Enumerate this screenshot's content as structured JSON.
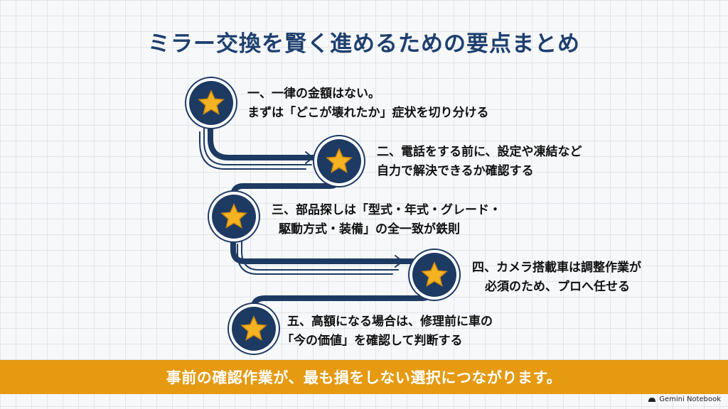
{
  "title": "ミラー交換を賢く進めるための要点まとめ",
  "steps": [
    {
      "line1": "一、一律の金額はない。",
      "line2": "まずは「どこが壊れたか」症状を切り分ける"
    },
    {
      "line1": "二、電話をする前に、設定や凍結など",
      "line2": "自力で解決できるか確認する"
    },
    {
      "line1": "三、部品探しは「型式・年式・グレード・",
      "line2": "駆動方式・装備」の全一致が鉄則"
    },
    {
      "line1": "四、カメラ搭載車は調整作業が",
      "line2": "必須のため、プロへ任せる"
    },
    {
      "line1": "五、高額になる場合は、修理前に車の",
      "line2": "「今の価値」を確認して判断する"
    }
  ],
  "banner": {
    "text": "事前の確認作業が、最も損をしない選択につながります。"
  },
  "footer": {
    "brand": "Gemini Notebook"
  },
  "colors": {
    "title": "#1d3f6e",
    "badge": "#1d3a63",
    "star": "#f5b323",
    "path": "#1d3a63",
    "banner": "#e59a12"
  },
  "icons": {
    "badge": "star-icon",
    "logo": "notebook-logo-icon"
  }
}
